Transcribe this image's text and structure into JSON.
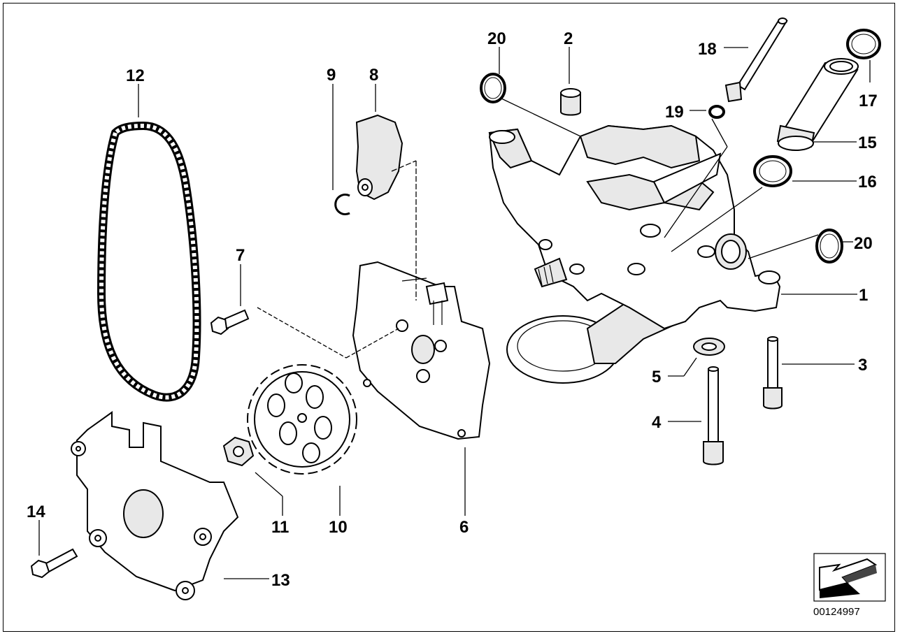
{
  "callouts": [
    {
      "id": "c1",
      "text": "1"
    },
    {
      "id": "c2",
      "text": "2"
    },
    {
      "id": "c3",
      "text": "3"
    },
    {
      "id": "c4",
      "text": "4"
    },
    {
      "id": "c5",
      "text": "5"
    },
    {
      "id": "c6",
      "text": "6"
    },
    {
      "id": "c7",
      "text": "7"
    },
    {
      "id": "c8",
      "text": "8"
    },
    {
      "id": "c9",
      "text": "9"
    },
    {
      "id": "c10",
      "text": "10"
    },
    {
      "id": "c11",
      "text": "11"
    },
    {
      "id": "c12",
      "text": "12"
    },
    {
      "id": "c13",
      "text": "13"
    },
    {
      "id": "c14",
      "text": "14"
    },
    {
      "id": "c15",
      "text": "15"
    },
    {
      "id": "c16",
      "text": "16"
    },
    {
      "id": "c17",
      "text": "17"
    },
    {
      "id": "c18",
      "text": "18"
    },
    {
      "id": "c19",
      "text": "19"
    },
    {
      "id": "c20a",
      "text": "20"
    },
    {
      "id": "c20b",
      "text": "20"
    }
  ],
  "diagram_id": "00124997",
  "icons": [
    "direction-arrow-icon"
  ]
}
